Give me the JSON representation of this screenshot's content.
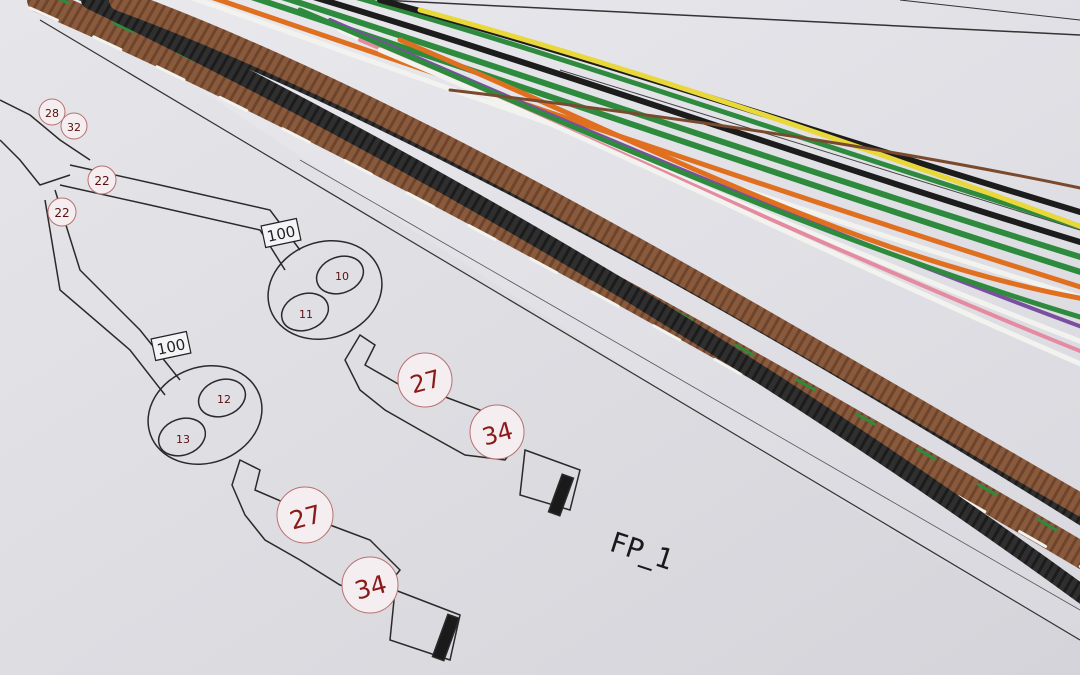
{
  "photo": {
    "subject": "Wiring harness drawing with bundled wires",
    "drawing_labels": {
      "connector_id": "FP_1",
      "length_upper": "100",
      "length_lower": "100",
      "cavity_a_top": "10",
      "cavity_a_bottom": "11",
      "cavity_b_top": "12",
      "cavity_b_bottom": "13",
      "balloon_boot_upper": "27",
      "balloon_term_upper": "34",
      "balloon_boot_lower": "27",
      "balloon_term_lower": "34",
      "balloon_split_1": "22",
      "balloon_split_2": "22",
      "balloon_top_1": "28",
      "balloon_top_2": "32"
    },
    "wire_colors": {
      "green": "#2e8b3e",
      "orange": "#e0701f",
      "yellow": "#e8d83a",
      "purple": "#7a4fa0",
      "pink": "#e58aa0",
      "white": "#f2f2ee",
      "black": "#1c1c1c",
      "brown": "#7a4a2e",
      "cable_brown": "#8a5a3c",
      "cable_black": "#2a2a2a"
    }
  }
}
